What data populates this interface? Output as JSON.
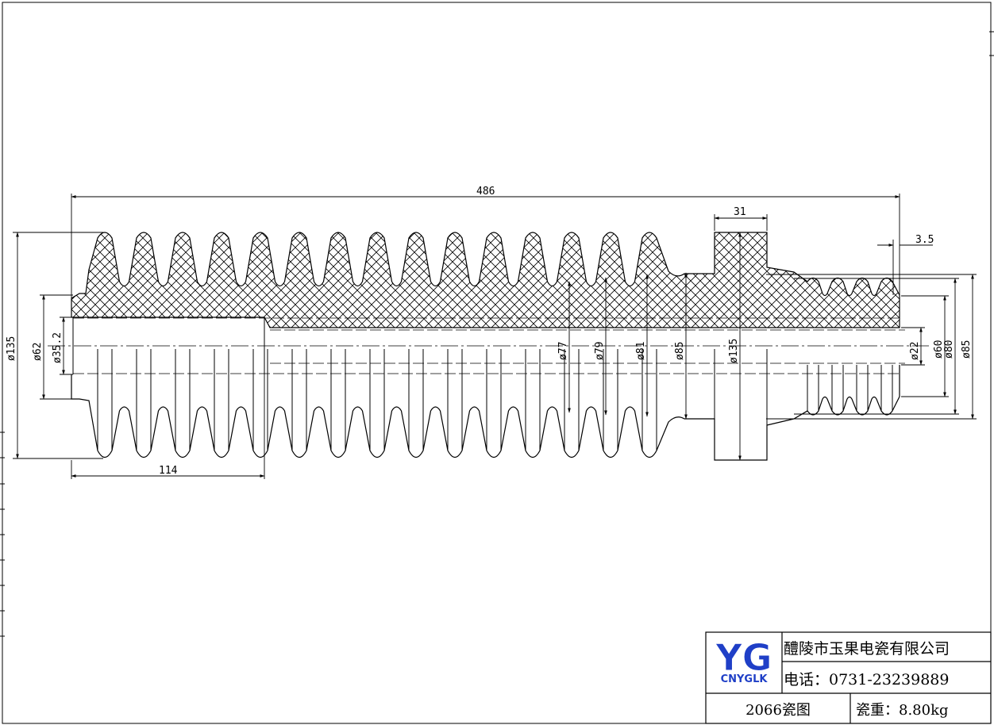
{
  "drawing": {
    "dimensions": {
      "overall_length": "486",
      "left_length": "114",
      "collar_width": "31",
      "step": "3.5",
      "d135_left": "ø135",
      "d62": "ø62",
      "d35_2": "ø35.2",
      "d77": "ø77",
      "d79": "ø79",
      "d81": "ø81",
      "d85_mid": "ø85",
      "d135_mid": "ø135",
      "d22": "ø22",
      "d60": "ø60",
      "d80": "ø80",
      "d85_right": "ø85"
    }
  },
  "title_block": {
    "logo_letters": "YG",
    "logo_text": "CNYGLK",
    "company": "醴陵市玉果电瓷有限公司",
    "phone": "电话：0731-23239889",
    "drawing_no": "2066瓷图",
    "weight": "瓷重：8.80kg"
  }
}
